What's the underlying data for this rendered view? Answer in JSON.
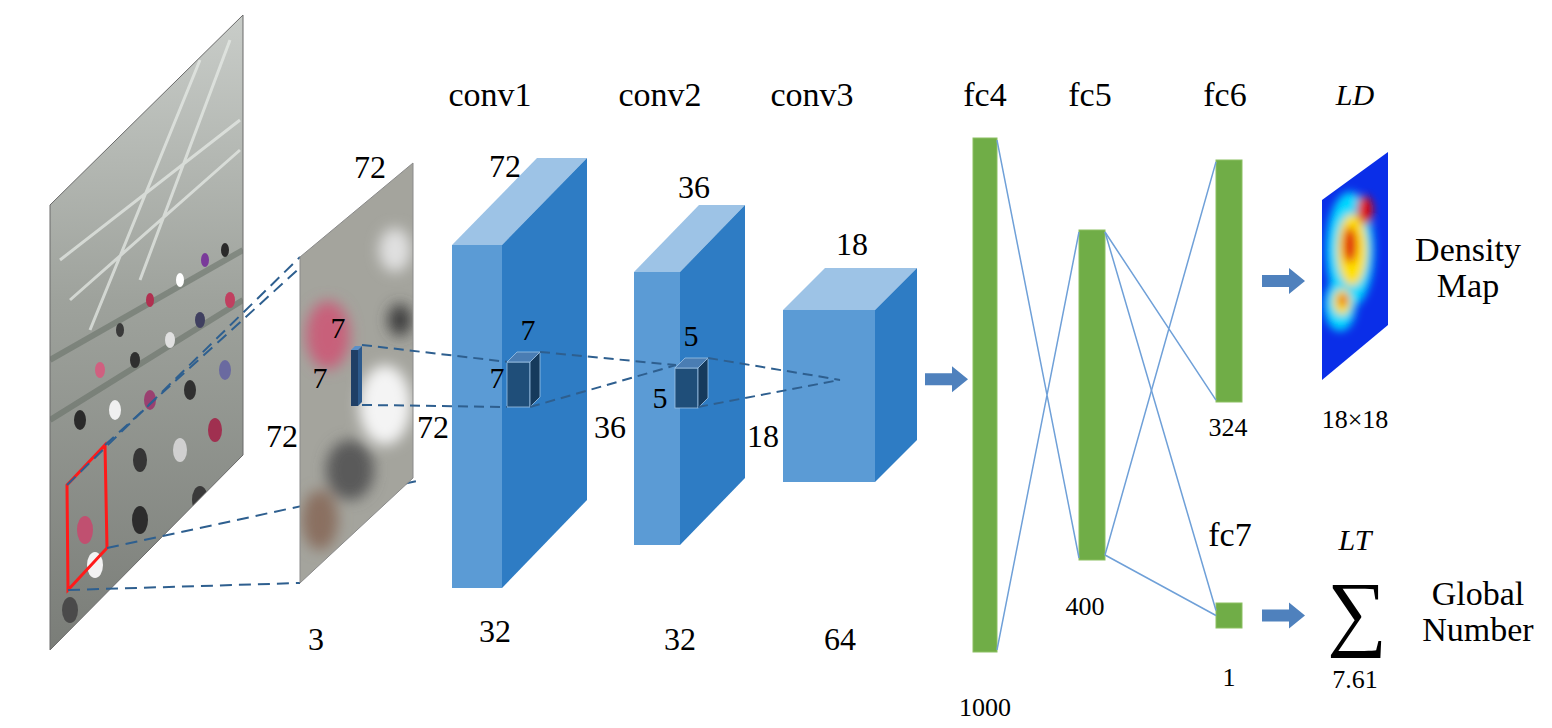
{
  "diagram": {
    "nodes": [
      {
        "text": [
          "72",
          "72",
          "3"
        ]
      },
      {
        "text": [
          "conv1",
          "72",
          "72",
          "32"
        ]
      },
      {
        "text": [
          "conv2",
          "36",
          "36",
          "32"
        ]
      },
      {
        "text": [
          "conv3",
          "18",
          "18",
          "64"
        ]
      },
      {
        "text": [
          "fc4",
          "1000"
        ]
      },
      {
        "text": [
          "fc5",
          "400"
        ]
      },
      {
        "text": [
          "fc6",
          "324"
        ]
      },
      {
        "text": [
          "fc7",
          "1"
        ]
      },
      {
        "text": [
          "LD",
          "Density Map",
          "18×18"
        ]
      },
      {
        "text": [
          "LT",
          "∑",
          "Global Number",
          "7.61"
        ]
      }
    ],
    "edges": [
      {
        "from": 0,
        "to": 1,
        "arrow": "none"
      },
      {
        "from": 1,
        "to": 2,
        "arrow": "none"
      },
      {
        "from": 2,
        "to": 3,
        "arrow": "none"
      },
      {
        "from": 3,
        "to": 4,
        "arrow": "to"
      },
      {
        "from": 4,
        "to": 5,
        "arrow": "none"
      },
      {
        "from": 5,
        "to": 6,
        "arrow": "none"
      },
      {
        "from": 5,
        "to": 7,
        "arrow": "none"
      },
      {
        "from": 6,
        "to": 8,
        "arrow": "to"
      },
      {
        "from": 7,
        "to": 9,
        "arrow": "to"
      }
    ],
    "labels": [
      "7",
      "7",
      "7",
      "7",
      "5",
      "5"
    ]
  }
}
